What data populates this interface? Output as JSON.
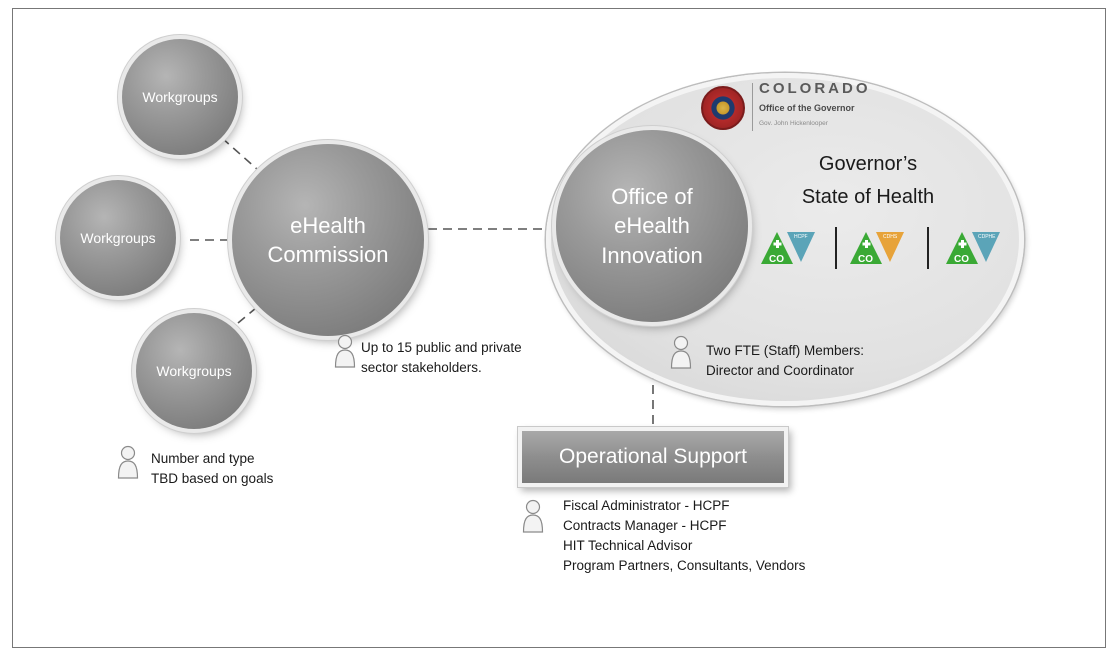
{
  "nodes": {
    "workgroup_top": "Workgroups",
    "workgroup_middle": "Workgroups",
    "workgroup_bottom": "Workgroups",
    "commission_line1": "eHealth",
    "commission_line2": "Commission",
    "office_line1": "Office of",
    "office_line2": "eHealth",
    "office_line3": "Innovation",
    "operational_support": "Operational Support"
  },
  "colorado_logo": {
    "title": "COLORADO",
    "subtitle": "Office of the Governor",
    "governor": "Gov. John Hickenlooper"
  },
  "governor_heading": {
    "line1": "Governor’s",
    "line2": "State of Health"
  },
  "agency_logos": [
    {
      "name": "co-hcpf-logo",
      "abbrev": "CO",
      "tag": "HCPF"
    },
    {
      "name": "co-cdhs-logo",
      "abbrev": "CO",
      "tag": "CDHS"
    },
    {
      "name": "co-cdphe-logo",
      "abbrev": "CO",
      "tag": "CDPHE"
    }
  ],
  "notes": {
    "commission_members": [
      "Up to 15 public and private",
      "sector stakeholders."
    ],
    "office_staff": [
      "Two FTE (Staff) Members:",
      "Director and Coordinator"
    ],
    "workgroups": [
      "Number and type",
      "TBD based on goals"
    ],
    "operational_support": [
      "Fiscal Administrator - HCPF",
      "Contracts Manager - HCPF",
      "HIT Technical Advisor",
      "Program Partners, Consultants, Vendors"
    ]
  },
  "colors": {
    "node_gray": "#8f8f8f",
    "logo_green": "#3aa935",
    "logo_teal": "#5ba4b8",
    "connector": "#555555"
  }
}
